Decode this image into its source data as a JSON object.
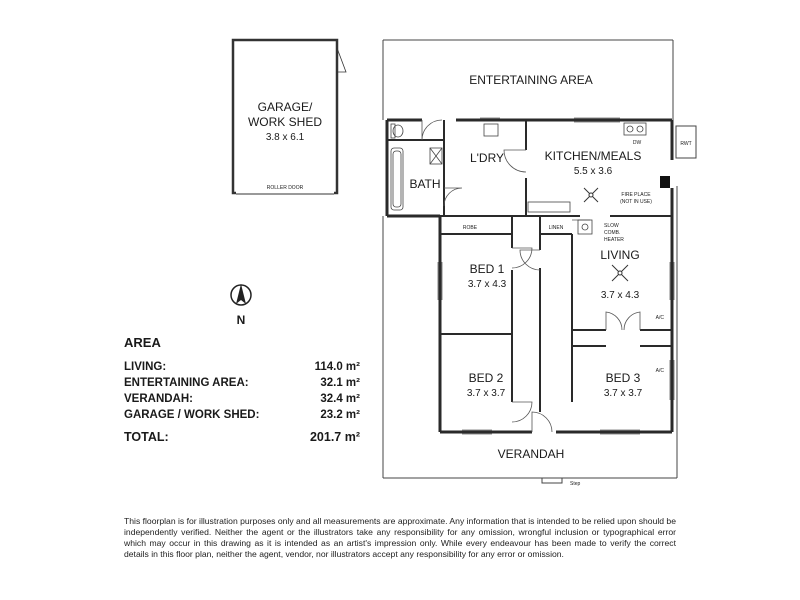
{
  "garage": {
    "name_line1": "GARAGE/",
    "name_line2": "WORK SHED",
    "dims": "3.8 x 6.1",
    "door_label": "ROLLER DOOR"
  },
  "rooms": {
    "entertaining": "ENTERTAINING AREA",
    "laundry": "L'DRY",
    "bath": "BATH",
    "kitchen": {
      "name": "KITCHEN/MEALS",
      "dims": "5.5 x 3.6"
    },
    "fireplace_line1": "FIRE PLACE",
    "fireplace_line2": "(NOT IN USE)",
    "dw": "DW",
    "rwt": "RWT",
    "robe": "ROBE",
    "linen": "LINEN",
    "heater_line1": "SLOW",
    "heater_line2": "COMB.",
    "heater_line3": "HEATER",
    "bed1": {
      "name": "BED 1",
      "dims": "3.7 x 4.3"
    },
    "living": {
      "name": "LIVING",
      "dims": "3.7 x 4.3"
    },
    "bed2": {
      "name": "BED 2",
      "dims": "3.7 x 3.7"
    },
    "bed3": {
      "name": "BED 3",
      "dims": "3.7 x 3.7"
    },
    "ac": "A/C",
    "verandah": "VERANDAH",
    "step": "Step"
  },
  "compass": {
    "label": "N"
  },
  "area": {
    "title": "AREA",
    "rows": [
      {
        "label": "LIVING:",
        "value": "114.0 m²"
      },
      {
        "label": "ENTERTAINING AREA:",
        "value": "32.1 m²"
      },
      {
        "label": "VERANDAH:",
        "value": "32.4 m²"
      },
      {
        "label": "GARAGE / WORK SHED:",
        "value": "23.2 m²"
      }
    ],
    "total": {
      "label": "TOTAL:",
      "value": "201.7 m²"
    }
  },
  "disclaimer": "This floorplan is for illustration purposes only and all measurements are approximate. Any information that is intended to be relied upon should be independently verified. Neither the agent or the illustrators take any responsibility for any omission, wrongful inclusion or typographical error which may occur in this drawing as it is intended as an artist's impression only. While every endeavour has been made to verify the correct details in this floor plan, neither the agent, vendor, nor illustrators accept any responsibility for any error or omission."
}
